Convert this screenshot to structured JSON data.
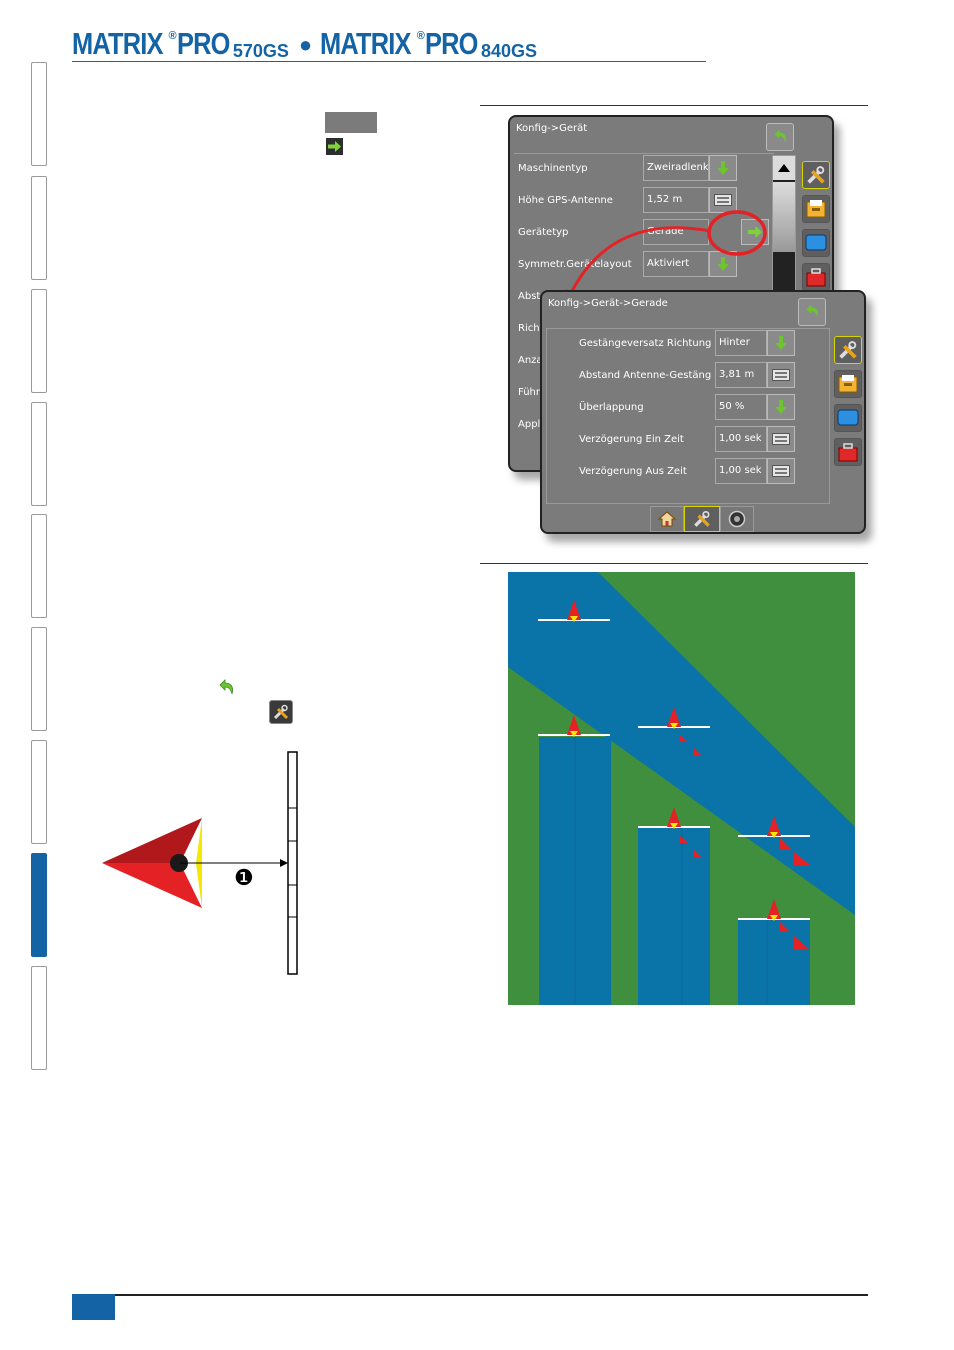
{
  "header": {
    "brand1": "MATRIX",
    "reg": "®",
    "pro": "PRO",
    "model1": "570GS",
    "bullet": "●",
    "brand2": "MATRIX",
    "model2": "840GS"
  },
  "screen1": {
    "breadcrumb": "Konfig->Gerät",
    "rows": [
      {
        "label": "Maschinentyp",
        "value": "Zweiradlenk"
      },
      {
        "label": "Höhe GPS-Antenne",
        "value": "1,52 m"
      },
      {
        "label": "Gerätetyp",
        "value": "Gerade"
      },
      {
        "label": "Symmetr.Gerätelayout",
        "value": "Aktiviert"
      },
      {
        "label": "Abst",
        "value": ""
      },
      {
        "label": "Richt",
        "value": ""
      },
      {
        "label": "Anza",
        "value": ""
      },
      {
        "label": "Führ",
        "value": ""
      },
      {
        "label": "Appl",
        "value": ""
      }
    ]
  },
  "screen2": {
    "breadcrumb": "Konfig->Gerät->Gerade",
    "rows": [
      {
        "label": "Gestängeversatz Richtung",
        "value": "Hinter"
      },
      {
        "label": "Abstand Antenne-Gestäng",
        "value": "3,81 m"
      },
      {
        "label": "Überlappung",
        "value": "50 %"
      },
      {
        "label": "Verzögerung Ein Zeit",
        "value": "1,00 sek"
      },
      {
        "label": "Verzögerung Aus Zeit",
        "value": "1,00 sek"
      }
    ]
  },
  "diagram": {
    "callout": "❶"
  },
  "colors": {
    "brand": "#1464a5",
    "field": "#3f8f3f",
    "coverage": "#0a73a8",
    "vehicle_red": "#e42225",
    "vehicle_yellow": "#f5e700"
  }
}
